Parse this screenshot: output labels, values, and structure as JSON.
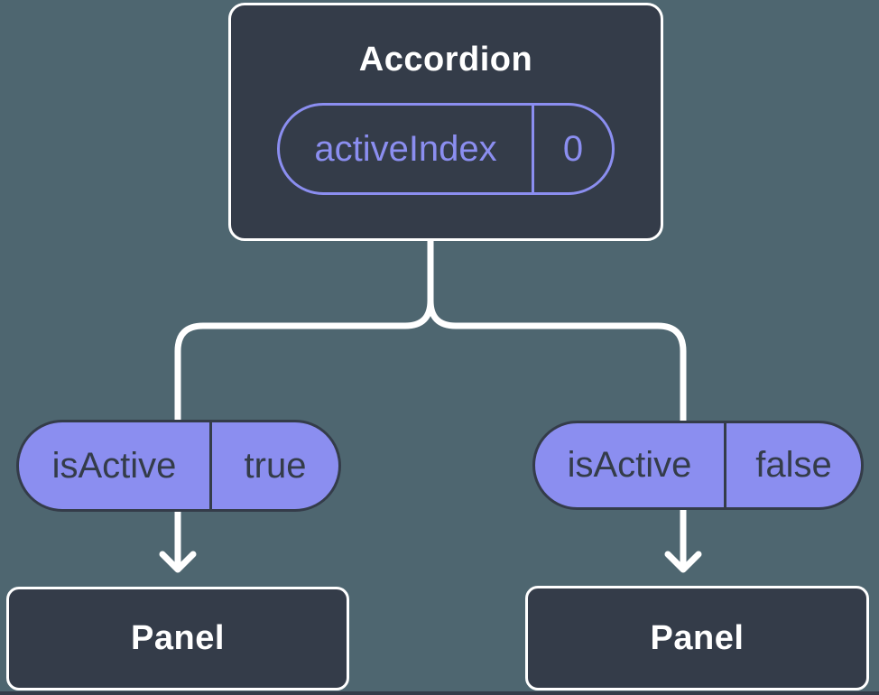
{
  "colors": {
    "canvas_bg": "#4e6670",
    "node_bg": "#343c49",
    "node_border": "#ffffff",
    "accent": "#8b8ef0",
    "prop_text": "#343c49",
    "title_text": "#ffffff",
    "connector": "#ffffff",
    "strip": "#343c49"
  },
  "tree": {
    "root": {
      "label": "Accordion",
      "state": {
        "name": "activeIndex",
        "value": "0"
      }
    },
    "branches": [
      {
        "prop": {
          "name": "isActive",
          "value": "true"
        },
        "child": {
          "label": "Panel"
        }
      },
      {
        "prop": {
          "name": "isActive",
          "value": "false"
        },
        "child": {
          "label": "Panel"
        }
      }
    ]
  }
}
